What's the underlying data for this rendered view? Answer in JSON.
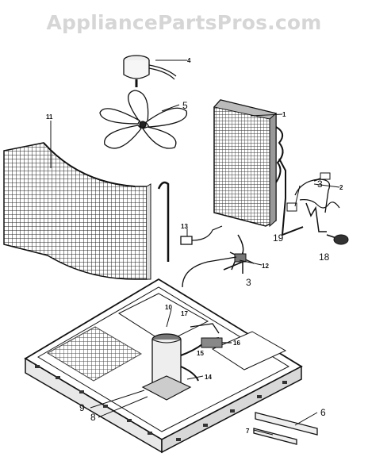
{
  "watermark": "AppliancePartsPros.com",
  "callouts": {
    "c1": "1",
    "c2": "2",
    "c3a": "3",
    "c3b": "3",
    "c4": "4",
    "c5": "5",
    "c6": "6",
    "c7": "7",
    "c8": "8",
    "c9": "9",
    "c10": "10",
    "c11": "11",
    "c12": "12",
    "c13": "13",
    "c14": "14",
    "c15": "15",
    "c16": "16",
    "c17": "17",
    "c18": "18",
    "c19": "19"
  }
}
